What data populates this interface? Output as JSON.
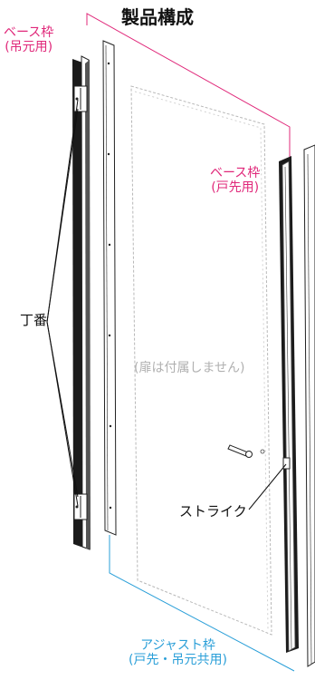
{
  "title": "製品構成",
  "base_frame_hinge": {
    "line1": "ベース枠",
    "line2": "(吊元用)"
  },
  "base_frame_strike": {
    "line1": "ベース枠",
    "line2": "(戸先用)"
  },
  "hinge": "丁番",
  "door_note": "(扉は付属しません)",
  "strike": "ストライク",
  "adjust_frame": {
    "line1": "アジャスト枠",
    "line2": "(戸先・吊元共用)"
  },
  "colors": {
    "base_frame": "#e0287a",
    "adjust_frame": "#2a9fd8",
    "line": "#222222",
    "door_outline": "#b0b0b0"
  }
}
